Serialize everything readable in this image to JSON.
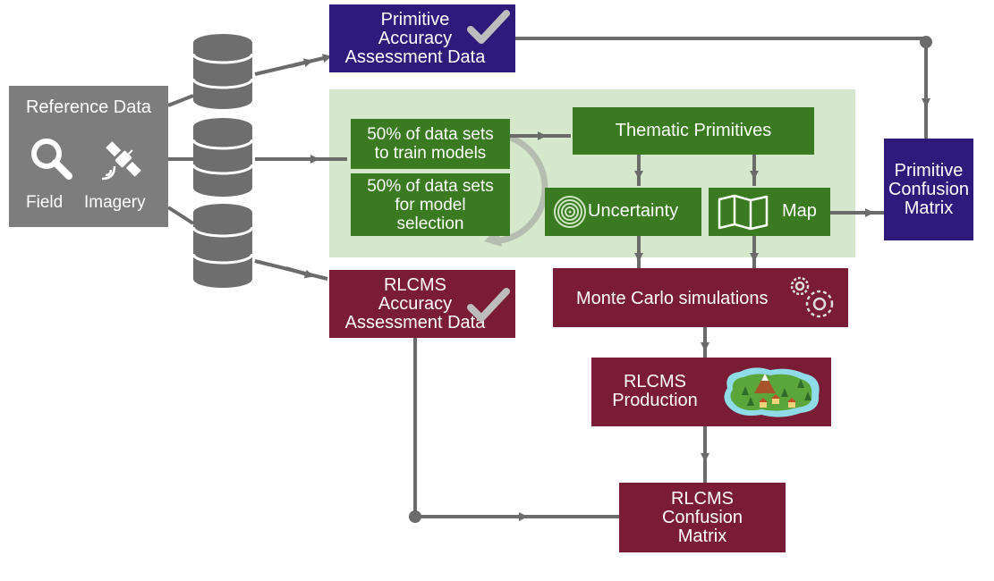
{
  "reference": {
    "title": "Reference Data",
    "field_label": "Field",
    "imagery_label": "Imagery"
  },
  "primitive_assessment": {
    "lines": [
      "Primitive",
      "Accuracy",
      "Assessment Data"
    ]
  },
  "train_models": {
    "lines": [
      "50% of data sets",
      "to train models"
    ]
  },
  "model_selection": {
    "lines": [
      "50% of data sets",
      "for model",
      "selection"
    ]
  },
  "thematic_primitives": {
    "label": "Thematic Primitives"
  },
  "uncertainty": {
    "label": "Uncertainty"
  },
  "map": {
    "label": "Map"
  },
  "primitive_confusion": {
    "lines": [
      "Primitive",
      "Confusion",
      "Matrix"
    ]
  },
  "rlcms_assessment": {
    "lines": [
      "RLCMS",
      "Accuracy",
      "Assessment Data"
    ]
  },
  "monte_carlo": {
    "label": "Monte Carlo simulations"
  },
  "rlcms_production": {
    "lines": [
      "RLCMS",
      "Production"
    ]
  },
  "rlcms_confusion": {
    "lines": [
      "RLCMS",
      "Confusion",
      "Matrix"
    ]
  },
  "colors": {
    "purple": "#2e1a7a",
    "maroon": "#7a1c35",
    "green": "#3a7a20",
    "light_green": "#d5e8cc",
    "gray_box": "#7d7d7d",
    "database": "#6e6e6e",
    "arrow": "#6b6b6b"
  }
}
